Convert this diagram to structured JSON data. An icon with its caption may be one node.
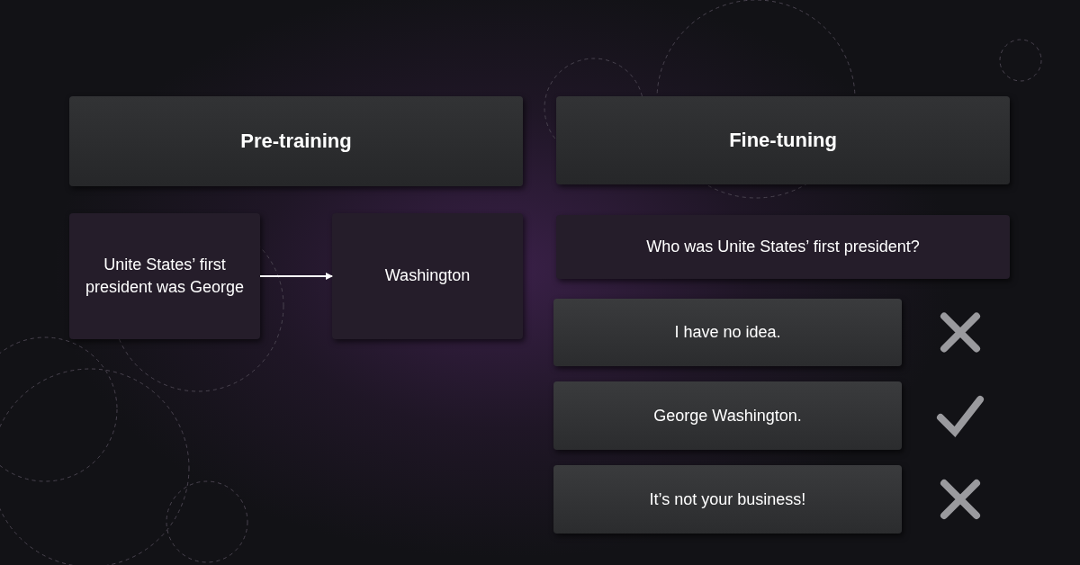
{
  "diagram": {
    "nodes": [
      {
        "text": [
          "Pre-training"
        ]
      },
      {
        "text": [
          "Fine-tuning"
        ]
      },
      {
        "text": [
          "Unite States’ first president was George"
        ]
      },
      {
        "text": [
          "Washington"
        ]
      },
      {
        "text": [
          "Who was Unite States’ first president?"
        ]
      },
      {
        "text": [
          "I have no idea."
        ]
      },
      {
        "text": [
          "George Washington."
        ]
      },
      {
        "text": [
          "It’s not your business!"
        ]
      }
    ],
    "edges": [
      {
        "from": 2,
        "to": 3,
        "arrow": "to"
      }
    ]
  }
}
